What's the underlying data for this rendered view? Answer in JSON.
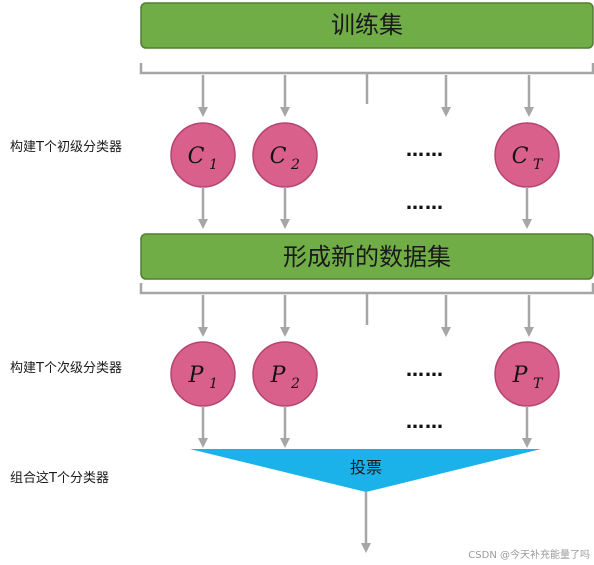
{
  "bars": {
    "top_label": "训练集",
    "middle_label": "形成新的数据集"
  },
  "side_labels": {
    "primary": "构建T个初级分类器",
    "secondary": "构建T个次级分类器",
    "combine": "组合这T个分类器"
  },
  "primary_nodes": [
    {
      "base": "C",
      "sub": "1"
    },
    {
      "base": "C",
      "sub": "2"
    },
    {
      "base": "C",
      "sub": "T"
    }
  ],
  "secondary_nodes": [
    {
      "base": "P",
      "sub": "1"
    },
    {
      "base": "P",
      "sub": "2"
    },
    {
      "base": "P",
      "sub": "T"
    }
  ],
  "ellipsis": "……",
  "vote_label": "投票",
  "watermark": "CSDN @今天补充能量了吗",
  "colors": {
    "bar_fill": "#70ad47",
    "bar_stroke": "#507e32",
    "node_fill": "#d9608a",
    "node_stroke": "#b34470",
    "arrow": "#a6a6a6",
    "vote_fill": "#1ab2e8"
  }
}
